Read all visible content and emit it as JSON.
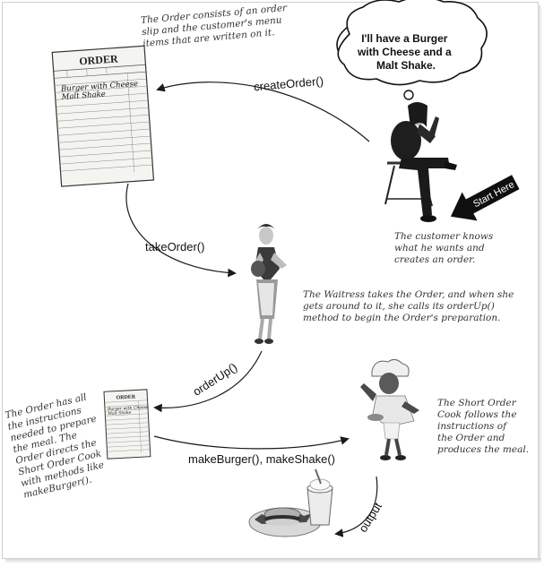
{
  "speech_bubble": "I'll have a Burger\nwith Cheese and a\nMalt Shake.",
  "start_here": "Start Here",
  "order_slip": {
    "header": "ORDER",
    "line1": "Burger with Cheese",
    "line2": "Malt Shake"
  },
  "small_slip": {
    "header": "ORDER",
    "line1": "Burger with Cheese",
    "line2": "Malt Shake"
  },
  "notes": {
    "order": "The Order consists of an order\nslip and the customer's menu\nitems that are written on it.",
    "customer": "The customer knows\nwhat he wants and\ncreates an order.",
    "waitress": "The Waitress takes the Order, and when she\ngets around to it, she calls its orderUp()\nmethod to begin the Order's preparation.",
    "order_instructions": "The Order has all\nthe instructions\nneeded to prepare\nthe meal.  The\nOrder directs the\nShort Order Cook\nwith methods like\nmakeBurger().",
    "cook": "The Short Order\nCook follows the\ninstructions of\nthe Order and\nproduces the meal."
  },
  "methods": {
    "create_order": "createOrder()",
    "take_order": "takeOrder()",
    "order_up": "orderUp()",
    "make_burger_shake": "makeBurger(), makeShake()",
    "output": "output"
  }
}
